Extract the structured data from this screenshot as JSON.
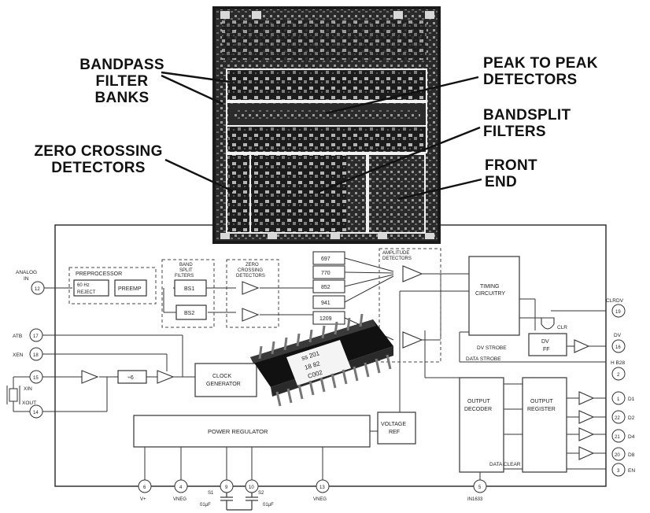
{
  "callouts": {
    "bandpass_line1": "BANDPASS",
    "bandpass_line2": "FILTER",
    "bandpass_line3": "BANKS",
    "zero_line1": "ZERO CROSSING",
    "zero_line2": "DETECTORS",
    "peak_line1": "PEAK TO PEAK",
    "peak_line2": "DETECTORS",
    "bandsplit_line1": "BANDSPLIT",
    "bandsplit_line2": "FILTERS",
    "front_line1": "FRONT",
    "front_line2": "END"
  },
  "blocks": {
    "preprocessor": "PREPROCESSOR",
    "reject_line1": "60 Hz",
    "reject_line2": "REJECT",
    "preemp": "PREEMP",
    "band_split_line1": "BAND",
    "band_split_line2": "SPLIT",
    "band_split_line3": "FILTERS",
    "bs1": "BS1",
    "bs2": "BS2",
    "zero_crossing_line1": "ZERO",
    "zero_crossing_line2": "CROSSING",
    "zero_crossing_line3": "DETECTORS",
    "amplitude_line1": "AMPLITUDE",
    "amplitude_line2": "DETECTORS",
    "timing_line1": "TIMING",
    "timing_line2": "CIRCUITRY",
    "dv_ff_line1": "DV",
    "dv_ff_line2": "FF",
    "dv_strobe": "DV STROBE",
    "data_strobe": "DATA STROBE",
    "clr": "CLR",
    "clock_line1": "CLOCK",
    "clock_line2": "GENERATOR",
    "divider": "÷6",
    "output_decoder_line1": "OUTPUT",
    "output_decoder_line2": "DECODER",
    "output_register_line1": "OUTPUT",
    "output_register_line2": "REGISTER",
    "data_clear": "DATA CLEAR",
    "power_regulator": "POWER REGULATOR",
    "voltage_ref_line1": "VOLTAGE",
    "voltage_ref_line2": "REF"
  },
  "filters": [
    "697",
    "770",
    "852",
    "941",
    "1209"
  ],
  "chip_marking": {
    "line1": "ss 201",
    "line2": "18 82",
    "line3": "C002"
  },
  "pins_left": [
    {
      "num": "12",
      "label": "ANALOG",
      "label2": "IN"
    },
    {
      "num": "17",
      "label": "ATB"
    },
    {
      "num": "18",
      "label": "XEN"
    },
    {
      "num": "15",
      "label": "XIN"
    },
    {
      "num": "14",
      "label": "XOUT"
    }
  ],
  "pins_right": [
    {
      "num": "19",
      "label": "CLRDV"
    },
    {
      "num": "16",
      "label": "DV"
    },
    {
      "num": "2",
      "label": "H B28"
    },
    {
      "num": "1",
      "label": "D1"
    },
    {
      "num": "22",
      "label": "D2"
    },
    {
      "num": "21",
      "label": "D4"
    },
    {
      "num": "20",
      "label": "D8"
    },
    {
      "num": "3",
      "label": "EN"
    }
  ],
  "pins_bottom": [
    {
      "num": "6",
      "label": "V+"
    },
    {
      "num": "4",
      "label": "VNEG"
    },
    {
      "num": "9",
      "label": "S1"
    },
    {
      "num": "10",
      "label": "S2"
    },
    {
      "num": "13",
      "label": "VNEG"
    },
    {
      "num": "5",
      "label": "IN1633"
    }
  ],
  "capacitors": [
    "01μF",
    "01μF"
  ]
}
